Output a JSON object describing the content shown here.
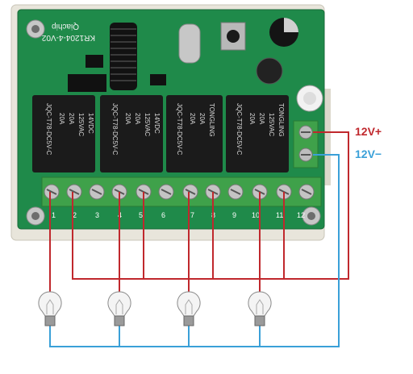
{
  "board": {
    "model": "KR1204-4-V02",
    "brand": "Qiachip",
    "relay_brand": "TONGLING",
    "relay_ratings": [
      "20A",
      "125VAC",
      "20A",
      "14VDC"
    ],
    "relay_part": "JQC-T78-DC5V-C",
    "pin_labels": [
      "1",
      "2",
      "3",
      "4",
      "5",
      "6",
      "7",
      "8",
      "9",
      "10",
      "11",
      "12"
    ]
  },
  "power": {
    "positive_label": "12V+",
    "negative_label": "12V−",
    "positive_color": "#c0282d",
    "negative_color": "#3aa0d8"
  },
  "bulbs": [
    {
      "name": "bulb-1"
    },
    {
      "name": "bulb-2"
    },
    {
      "name": "bulb-3"
    },
    {
      "name": "bulb-4"
    }
  ],
  "colors": {
    "pcb": "#1f8a4a",
    "relay": "#1b1b1b",
    "terminal": "#3fa14a",
    "frame": "#e6e2d6"
  }
}
